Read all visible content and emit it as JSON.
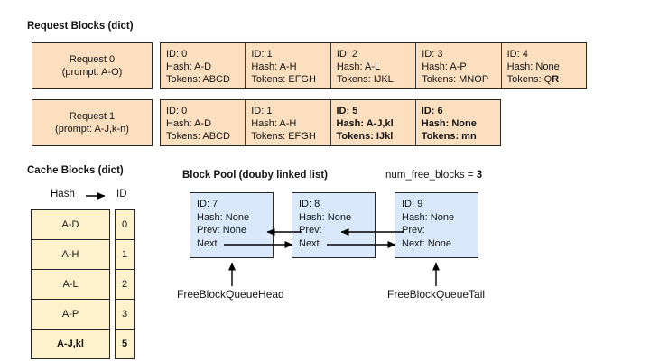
{
  "colors": {
    "peach_fill": "#fbdfbf",
    "yellow_fill": "#fef2cc",
    "blue_fill": "#d9e8fb",
    "border": "#262626"
  },
  "request_section": {
    "title": "Request Blocks (dict)",
    "rows": [
      {
        "label_line1": "Request 0",
        "label_line2": "(prompt: A-O)",
        "blocks": [
          {
            "id": "ID: 0",
            "hash": "Hash: A-D",
            "tokens": "Tokens: ABCD",
            "tokens_bold": "",
            "weight": "normal"
          },
          {
            "id": "ID: 1",
            "hash": "Hash: A-H",
            "tokens": "Tokens: EFGH",
            "tokens_bold": "",
            "weight": "normal"
          },
          {
            "id": "ID: 2",
            "hash": "Hash: A-L",
            "tokens": "Tokens: IJKL",
            "tokens_bold": "",
            "weight": "normal"
          },
          {
            "id": "ID: 3",
            "hash": "Hash: A-P",
            "tokens": "Tokens: MNOP",
            "tokens_bold": "",
            "weight": "normal"
          },
          {
            "id": "ID: 4",
            "hash": "Hash: None",
            "tokens": "Tokens: Q",
            "tokens_bold": "R",
            "weight": "normal"
          }
        ]
      },
      {
        "label_line1": "Request 1",
        "label_line2": "(prompt: A-J,k-n)",
        "blocks": [
          {
            "id": "ID: 0",
            "hash": "Hash: A-D",
            "tokens": "Tokens: ABCD",
            "tokens_bold": "",
            "weight": "normal"
          },
          {
            "id": "ID: 1",
            "hash": "Hash: A-H",
            "tokens": "Tokens: EFGH",
            "tokens_bold": "",
            "weight": "normal"
          },
          {
            "id": "ID: 5",
            "hash": "Hash: A-J,kl",
            "tokens": "Tokens: IJkl",
            "tokens_bold": "",
            "weight": "bold"
          },
          {
            "id": "ID: 6",
            "hash": "Hash: None",
            "tokens": "Tokens: mn",
            "tokens_bold": "",
            "weight": "bold"
          }
        ]
      }
    ]
  },
  "cache_section": {
    "title": "Cache Blocks (dict)",
    "hash_label": "Hash",
    "id_label": "ID",
    "rows": [
      {
        "hash": "A-D",
        "id": "0",
        "weight": "normal"
      },
      {
        "hash": "A-H",
        "id": "1",
        "weight": "normal"
      },
      {
        "hash": "A-L",
        "id": "2",
        "weight": "normal"
      },
      {
        "hash": "A-P",
        "id": "3",
        "weight": "normal"
      },
      {
        "hash": "A-J,kl",
        "id": "5",
        "weight": "bold"
      }
    ]
  },
  "pool_section": {
    "title": "Block Pool (douby linked list)",
    "free_label": "num_free_blocks = ",
    "free_value": "3",
    "boxes": [
      {
        "l1": "ID: 7",
        "l2": "Hash: None",
        "l3": "Prev: None",
        "l4": "Next"
      },
      {
        "l1": "ID: 8",
        "l2": "Hash: None",
        "l3": "Prev:",
        "l4": "Next"
      },
      {
        "l1": "ID: 9",
        "l2": "Hash: None",
        "l3": "Prev:",
        "l4": "Next: None"
      }
    ],
    "head_label": "FreeBlockQueueHead",
    "tail_label": "FreeBlockQueueTail"
  }
}
